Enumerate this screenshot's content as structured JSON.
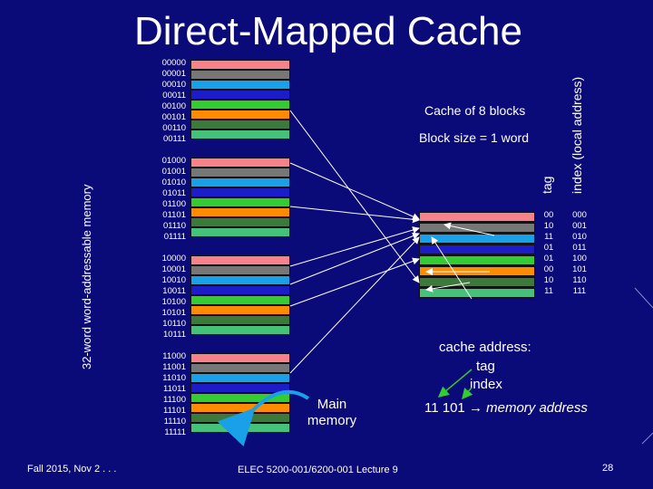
{
  "title": "Direct-Mapped Cache",
  "memory_axis_label": "32-word word-addressable memory",
  "memory_label": "Main memory",
  "cache": {
    "name": "Cache of 8 blocks",
    "block_size": "Block size = 1 word",
    "tag_header": "tag",
    "index_header": "index (local address)",
    "tags": [
      "00",
      "10",
      "11",
      "01",
      "01",
      "00",
      "10",
      "11"
    ],
    "indices": [
      "000",
      "001",
      "010",
      "011",
      "100",
      "101",
      "110",
      "111"
    ]
  },
  "memory_groups": [
    [
      "00000",
      "00001",
      "00010",
      "00011",
      "00100",
      "00101",
      "00110",
      "00111"
    ],
    [
      "01000",
      "01001",
      "01010",
      "01011",
      "01100",
      "01101",
      "01110",
      "01111"
    ],
    [
      "10000",
      "10001",
      "10010",
      "10011",
      "10100",
      "10101",
      "10110",
      "10111"
    ],
    [
      "11000",
      "11001",
      "11010",
      "11011",
      "11100",
      "11101",
      "11110",
      "11111"
    ]
  ],
  "block_colors": [
    "#f7828a",
    "#777777",
    "#1aa0e8",
    "#1c1cc8",
    "#33cc33",
    "#ff8c00",
    "#3b7a3b",
    "#44c27a"
  ],
  "cache_address": {
    "heading": "cache address:",
    "tag_label": "tag",
    "index_label": "index",
    "example_tag": "11",
    "example_index": "101",
    "arrow": "→",
    "example_suffix": "memory address"
  },
  "footer": {
    "left": "Fall 2015, Nov 2 . . .",
    "center": "ELEC 5200-001/6200-001 Lecture 9",
    "page": "28"
  }
}
